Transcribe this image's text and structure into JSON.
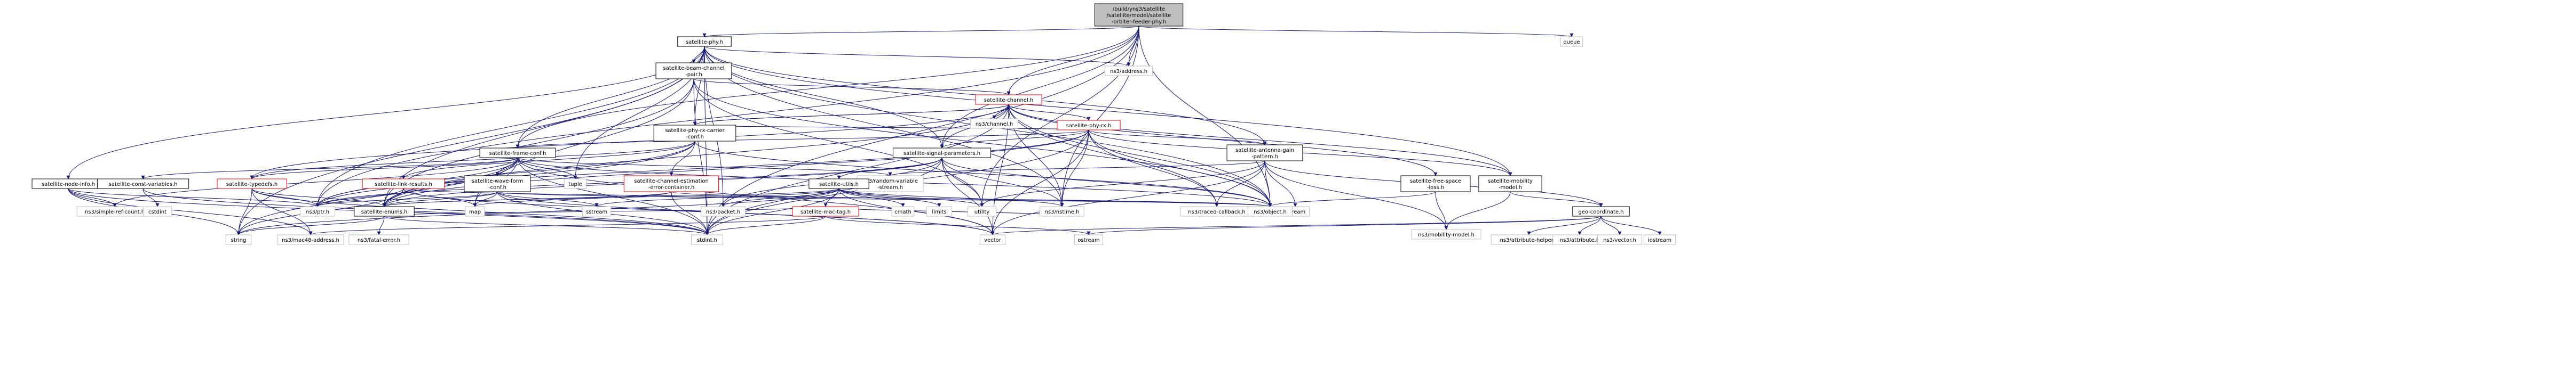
{
  "colors": {
    "background": "#ffffff",
    "node_fill": "#ffffff",
    "node_border": "#000000",
    "root_fill": "#bfbfbf",
    "external_border": "#bfbfbf",
    "edge": "#191970",
    "red_text": "#ff0000",
    "text": "#000000"
  },
  "nodes": [
    {
      "id": "root",
      "lines": [
        "/build/yns3/satellite",
        "/satellite/model/satellite",
        "-orbiter-feeder-phy.h"
      ],
      "kind": "root"
    },
    {
      "id": "sat_phy",
      "lines": [
        "satellite-phy.h"
      ],
      "kind": "normal"
    },
    {
      "id": "queue",
      "lines": [
        "queue"
      ],
      "kind": "external"
    },
    {
      "id": "beam_channel_pair",
      "lines": [
        "satellite-beam-channel",
        "-pair.h"
      ],
      "kind": "normal"
    },
    {
      "id": "ipv4_address",
      "lines": [
        "ns3/address.h"
      ],
      "kind": "external"
    },
    {
      "id": "sat_channel",
      "lines": [
        "satellite-channel.h"
      ],
      "kind": "red"
    },
    {
      "id": "net_channel",
      "lines": [
        "ns3/channel.h"
      ],
      "kind": "external"
    },
    {
      "id": "sat_phy_rx",
      "lines": [
        "satellite-phy-rx.h"
      ],
      "kind": "red"
    },
    {
      "id": "phy_rx_carrier_conf",
      "lines": [
        "satellite-phy-rx-carrier",
        "-conf.h"
      ],
      "kind": "normal"
    },
    {
      "id": "frame_conf",
      "lines": [
        "satellite-frame-conf.h"
      ],
      "kind": "normal"
    },
    {
      "id": "signal_params",
      "lines": [
        "satellite-signal-parameters.h"
      ],
      "kind": "normal"
    },
    {
      "id": "antenna_gain",
      "lines": [
        "satellite-antenna-gain",
        "-pattern.h"
      ],
      "kind": "normal"
    },
    {
      "id": "node_info",
      "lines": [
        "satellite-node-info.h"
      ],
      "kind": "normal"
    },
    {
      "id": "const_vars",
      "lines": [
        "satellite-const-variables.h"
      ],
      "kind": "normal"
    },
    {
      "id": "typedefs",
      "lines": [
        "satellite-typedefs.h"
      ],
      "kind": "red"
    },
    {
      "id": "link_results",
      "lines": [
        "satellite-link-results.h"
      ],
      "kind": "red"
    },
    {
      "id": "wave_form",
      "lines": [
        "satellite-wave-form",
        "-conf.h"
      ],
      "kind": "normal"
    },
    {
      "id": "chan_est",
      "lines": [
        "satellite-channel-estimation",
        "-error-container.h"
      ],
      "kind": "red"
    },
    {
      "id": "random_var",
      "lines": [
        "ns3/random-variable",
        "-stream.h"
      ],
      "kind": "external"
    },
    {
      "id": "sat_utils",
      "lines": [
        "satellite-utils.h"
      ],
      "kind": "normal"
    },
    {
      "id": "mac_tag",
      "lines": [
        "satellite-mac-tag.h"
      ],
      "kind": "red"
    },
    {
      "id": "traced_cb",
      "lines": [
        "ns3/traced-callback.h"
      ],
      "kind": "external"
    },
    {
      "id": "fstream",
      "lines": [
        "fstream"
      ],
      "kind": "external"
    },
    {
      "id": "free_space",
      "lines": [
        "satellite-free-space",
        "-loss.h"
      ],
      "kind": "normal"
    },
    {
      "id": "mobility_model_sat",
      "lines": [
        "satellite-mobility",
        "-model.h"
      ],
      "kind": "normal"
    },
    {
      "id": "geo_coord",
      "lines": [
        "geo-coordinate.h"
      ],
      "kind": "normal"
    },
    {
      "id": "tuple",
      "lines": [
        "tuple"
      ],
      "kind": "external"
    },
    {
      "id": "enums",
      "lines": [
        "satellite-enums.h"
      ],
      "kind": "normal"
    },
    {
      "id": "simple_ref",
      "lines": [
        "ns3/simple-ref-count.h"
      ],
      "kind": "external"
    },
    {
      "id": "cstdint",
      "lines": [
        "cstdint"
      ],
      "kind": "external"
    },
    {
      "id": "ptr",
      "lines": [
        "ns3/ptr.h"
      ],
      "kind": "external"
    },
    {
      "id": "map",
      "lines": [
        "map"
      ],
      "kind": "external"
    },
    {
      "id": "sstream",
      "lines": [
        "sstream"
      ],
      "kind": "external"
    },
    {
      "id": "packet",
      "lines": [
        "ns3/packet.h"
      ],
      "kind": "external"
    },
    {
      "id": "cmath",
      "lines": [
        "cmath"
      ],
      "kind": "external"
    },
    {
      "id": "limits",
      "lines": [
        "limits"
      ],
      "kind": "external"
    },
    {
      "id": "utility",
      "lines": [
        "utility"
      ],
      "kind": "external"
    },
    {
      "id": "nstime",
      "lines": [
        "ns3/nstime.h"
      ],
      "kind": "external"
    },
    {
      "id": "object",
      "lines": [
        "ns3/object.h"
      ],
      "kind": "external"
    },
    {
      "id": "mobility_model",
      "lines": [
        "ns3/mobility-model.h"
      ],
      "kind": "external"
    },
    {
      "id": "string",
      "lines": [
        "string"
      ],
      "kind": "external"
    },
    {
      "id": "mac48",
      "lines": [
        "ns3/mac48-address.h"
      ],
      "kind": "external"
    },
    {
      "id": "fatal_error",
      "lines": [
        "ns3/fatal-error.h"
      ],
      "kind": "external"
    },
    {
      "id": "stdint",
      "lines": [
        "stdint.h"
      ],
      "kind": "external"
    },
    {
      "id": "vector",
      "lines": [
        "vector"
      ],
      "kind": "external"
    },
    {
      "id": "ostream",
      "lines": [
        "ostream"
      ],
      "kind": "external"
    },
    {
      "id": "attr_helper",
      "lines": [
        "ns3/attribute-helper.h"
      ],
      "kind": "external"
    },
    {
      "id": "attribute",
      "lines": [
        "ns3/attribute.h"
      ],
      "kind": "external"
    },
    {
      "id": "ns3vector",
      "lines": [
        "ns3/vector.h"
      ],
      "kind": "external"
    },
    {
      "id": "iostream",
      "lines": [
        "iostream"
      ],
      "kind": "external"
    }
  ],
  "edges": [
    [
      "root",
      "sat_phy"
    ],
    [
      "root",
      "queue"
    ],
    [
      "root",
      "ipv4_address"
    ],
    [
      "root",
      "sat_channel"
    ],
    [
      "root",
      "signal_params"
    ],
    [
      "root",
      "frame_conf"
    ],
    [
      "root",
      "object"
    ],
    [
      "root",
      "stdint"
    ],
    [
      "root",
      "ptr"
    ],
    [
      "root",
      "nstime"
    ],
    [
      "root",
      "utility"
    ],
    [
      "sat_phy",
      "beam_channel_pair"
    ],
    [
      "sat_phy",
      "ipv4_address"
    ],
    [
      "sat_phy",
      "frame_conf"
    ],
    [
      "sat_phy",
      "phy_rx_carrier_conf"
    ],
    [
      "sat_phy",
      "signal_params"
    ],
    [
      "sat_phy",
      "antenna_gain"
    ],
    [
      "sat_phy",
      "node_info"
    ],
    [
      "sat_phy",
      "mobility_model_sat"
    ],
    [
      "sat_phy",
      "object"
    ],
    [
      "sat_phy",
      "nstime"
    ],
    [
      "sat_phy",
      "packet"
    ],
    [
      "sat_phy",
      "enums"
    ],
    [
      "sat_phy",
      "ptr"
    ],
    [
      "sat_phy",
      "string"
    ],
    [
      "sat_phy",
      "stdint"
    ],
    [
      "sat_phy",
      "tuple"
    ],
    [
      "beam_channel_pair",
      "sat_channel"
    ],
    [
      "beam_channel_pair",
      "enums"
    ],
    [
      "beam_channel_pair",
      "map"
    ],
    [
      "beam_channel_pair",
      "stdint"
    ],
    [
      "beam_channel_pair",
      "utility"
    ],
    [
      "beam_channel_pair",
      "object"
    ],
    [
      "sat_channel",
      "net_channel"
    ],
    [
      "sat_channel",
      "sat_phy_rx"
    ],
    [
      "sat_channel",
      "phy_rx_carrier_conf"
    ],
    [
      "sat_channel",
      "signal_params"
    ],
    [
      "sat_channel",
      "free_space"
    ],
    [
      "sat_channel",
      "mobility_model_sat"
    ],
    [
      "sat_channel",
      "traced_cb"
    ],
    [
      "sat_channel",
      "enums"
    ],
    [
      "sat_channel",
      "typedefs"
    ],
    [
      "sat_channel",
      "nstime"
    ],
    [
      "sat_channel",
      "stdint"
    ],
    [
      "sat_channel",
      "vector"
    ],
    [
      "sat_channel",
      "object"
    ],
    [
      "sat_phy_rx",
      "phy_rx_carrier_conf"
    ],
    [
      "sat_phy_rx",
      "signal_params"
    ],
    [
      "sat_phy_rx",
      "antenna_gain"
    ],
    [
      "sat_phy_rx",
      "frame_conf"
    ],
    [
      "sat_phy_rx",
      "mobility_model_sat"
    ],
    [
      "sat_phy_rx",
      "traced_cb"
    ],
    [
      "sat_phy_rx",
      "object"
    ],
    [
      "sat_phy_rx",
      "nstime"
    ],
    [
      "sat_phy_rx",
      "ptr"
    ],
    [
      "sat_phy_rx",
      "enums"
    ],
    [
      "sat_phy_rx",
      "stdint"
    ],
    [
      "sat_phy_rx",
      "vector"
    ],
    [
      "phy_rx_carrier_conf",
      "chan_est"
    ],
    [
      "phy_rx_carrier_conf",
      "sat_channel"
    ],
    [
      "phy_rx_carrier_conf",
      "link_results"
    ],
    [
      "phy_rx_carrier_conf",
      "typedefs"
    ],
    [
      "phy_rx_carrier_conf",
      "enums"
    ],
    [
      "phy_rx_carrier_conf",
      "object"
    ],
    [
      "phy_rx_carrier_conf",
      "ptr"
    ],
    [
      "frame_conf",
      "wave_form"
    ],
    [
      "frame_conf",
      "const_vars"
    ],
    [
      "frame_conf",
      "typedefs"
    ],
    [
      "frame_conf",
      "enums"
    ],
    [
      "frame_conf",
      "map"
    ],
    [
      "frame_conf",
      "tuple"
    ],
    [
      "frame_conf",
      "vector"
    ],
    [
      "frame_conf",
      "ptr"
    ],
    [
      "frame_conf",
      "object"
    ],
    [
      "frame_conf",
      "stdint"
    ],
    [
      "frame_conf",
      "string"
    ],
    [
      "frame_conf",
      "simple_ref"
    ],
    [
      "frame_conf",
      "random_var"
    ],
    [
      "signal_params",
      "sat_utils"
    ],
    [
      "signal_params",
      "enums"
    ],
    [
      "signal_params",
      "packet"
    ],
    [
      "signal_params",
      "nstime"
    ],
    [
      "signal_params",
      "object"
    ],
    [
      "signal_params",
      "utility"
    ],
    [
      "signal_params",
      "vector"
    ],
    [
      "signal_params",
      "stdint"
    ],
    [
      "signal_params",
      "ptr"
    ],
    [
      "antenna_gain",
      "random_var"
    ],
    [
      "antenna_gain",
      "traced_cb"
    ],
    [
      "antenna_gain",
      "fstream"
    ],
    [
      "antenna_gain",
      "geo_coord"
    ],
    [
      "antenna_gain",
      "object"
    ],
    [
      "antenna_gain",
      "vector"
    ],
    [
      "antenna_gain",
      "utility"
    ],
    [
      "antenna_gain",
      "mobility_model"
    ],
    [
      "node_info",
      "simple_ref"
    ],
    [
      "node_info",
      "mac48"
    ],
    [
      "node_info",
      "ptr"
    ],
    [
      "node_info",
      "stdint"
    ],
    [
      "node_info",
      "string"
    ],
    [
      "const_vars",
      "cstdint"
    ],
    [
      "const_vars",
      "stdint"
    ],
    [
      "typedefs",
      "enums"
    ],
    [
      "typedefs",
      "ptr"
    ],
    [
      "typedefs",
      "string"
    ],
    [
      "typedefs",
      "mac48"
    ],
    [
      "typedefs",
      "stdint"
    ],
    [
      "link_results",
      "enums"
    ],
    [
      "link_results",
      "ptr"
    ],
    [
      "link_results",
      "string"
    ],
    [
      "link_results",
      "map"
    ],
    [
      "link_results",
      "vector"
    ],
    [
      "link_results",
      "object"
    ],
    [
      "wave_form",
      "link_results"
    ],
    [
      "wave_form",
      "enums"
    ],
    [
      "wave_form",
      "map"
    ],
    [
      "wave_form",
      "sstream"
    ],
    [
      "wave_form",
      "ptr"
    ],
    [
      "wave_form",
      "stdint"
    ],
    [
      "wave_form",
      "vector"
    ],
    [
      "wave_form",
      "object"
    ],
    [
      "chan_est",
      "enums"
    ],
    [
      "chan_est",
      "object"
    ],
    [
      "chan_est",
      "stdint"
    ],
    [
      "chan_est",
      "map"
    ],
    [
      "sat_utils",
      "mac_tag"
    ],
    [
      "sat_utils",
      "enums"
    ],
    [
      "sat_utils",
      "nstime"
    ],
    [
      "sat_utils",
      "cmath"
    ],
    [
      "sat_utils",
      "limits"
    ],
    [
      "sat_utils",
      "sstream"
    ],
    [
      "sat_utils",
      "packet"
    ],
    [
      "sat_utils",
      "string"
    ],
    [
      "sat_utils",
      "stdint"
    ],
    [
      "sat_utils",
      "vector"
    ],
    [
      "sat_utils",
      "utility"
    ],
    [
      "mac_tag",
      "enums"
    ],
    [
      "mac_tag",
      "nstime"
    ],
    [
      "mac_tag",
      "ostream"
    ],
    [
      "mac_tag",
      "mac48"
    ],
    [
      "mac_tag",
      "stdint"
    ],
    [
      "free_space",
      "object"
    ],
    [
      "free_space",
      "mobility_model"
    ],
    [
      "mobility_model_sat",
      "geo_coord"
    ],
    [
      "mobility_model_sat",
      "mobility_model"
    ],
    [
      "geo_coord",
      "attr_helper"
    ],
    [
      "geo_coord",
      "attribute"
    ],
    [
      "geo_coord",
      "ns3vector"
    ],
    [
      "geo_coord",
      "iostream"
    ],
    [
      "geo_coord",
      "ostream"
    ],
    [
      "geo_coord",
      "vector"
    ],
    [
      "enums",
      "stdint"
    ],
    [
      "enums",
      "string"
    ],
    [
      "enums",
      "fatal_error"
    ]
  ]
}
